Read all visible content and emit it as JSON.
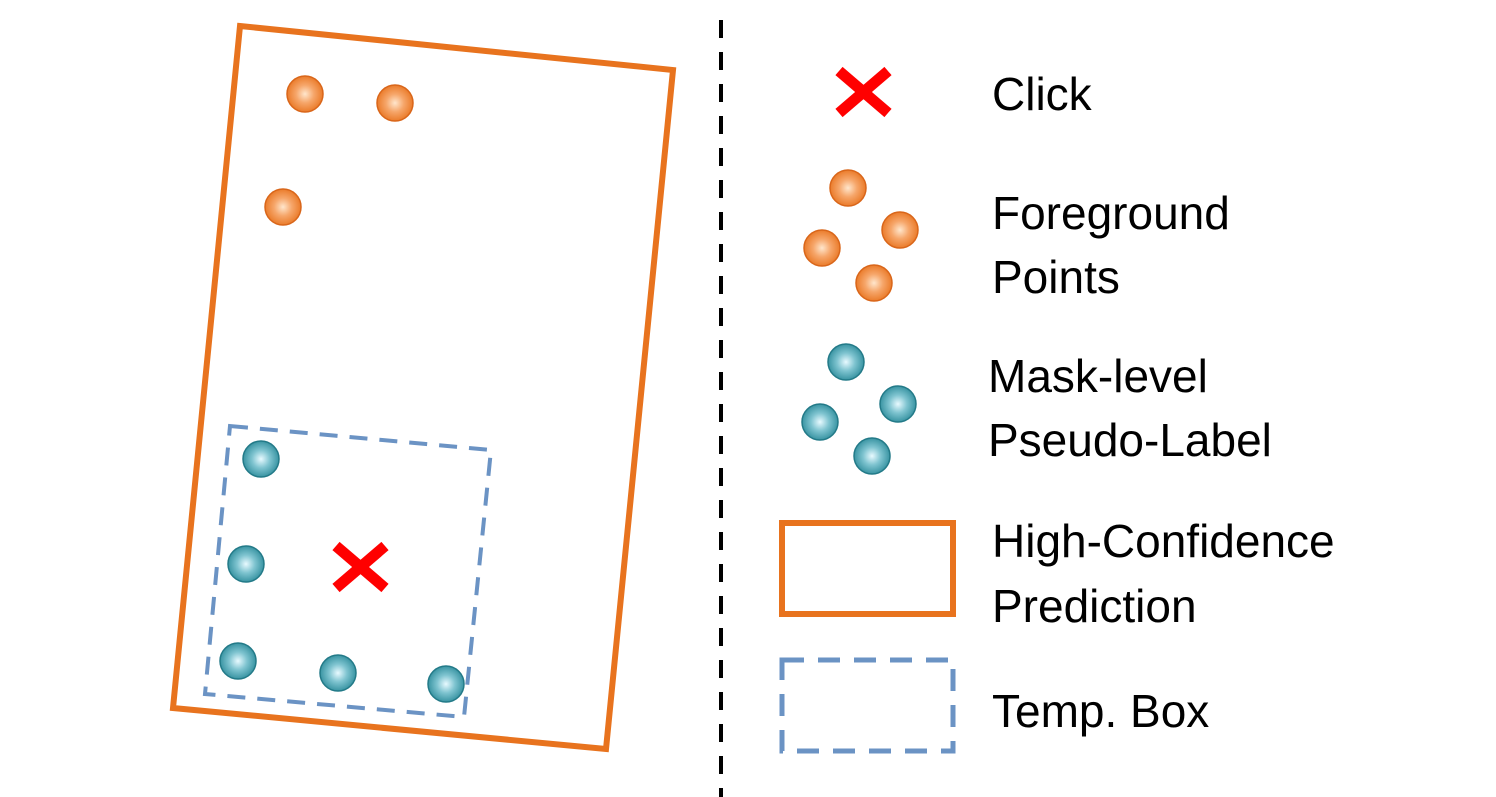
{
  "legend": {
    "click": {
      "label": "Click",
      "icon": "cross-icon"
    },
    "foreground_points": {
      "label_line1": "Foreground",
      "label_line2": "Points",
      "icon": "orange-sphere-icon"
    },
    "pseudo_label": {
      "label_line1": "Mask-level",
      "label_line2": "Pseudo-Label",
      "icon": "teal-sphere-icon"
    },
    "high_confidence": {
      "label_line1": "High-Confidence",
      "label_line2": "Prediction",
      "icon": "solid-rectangle-icon"
    },
    "temp_box": {
      "label": "Temp. Box",
      "icon": "dashed-rectangle-icon"
    }
  },
  "colors": {
    "orange": "#E8731E",
    "orange_highlight": "#FFE6CC",
    "orange_shadow": "#D9661A",
    "teal": "#2B8A99",
    "teal_highlight": "#E8FAFF",
    "blue_dashed": "#6B93C4",
    "click_red": "#FF0000",
    "divider": "#000000"
  }
}
